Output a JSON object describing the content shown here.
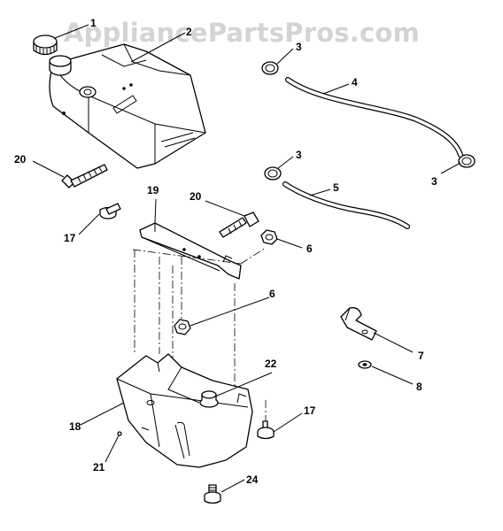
{
  "watermark": "AppliancePartsPros.com",
  "callouts": [
    {
      "key": "p1",
      "label": "1"
    },
    {
      "key": "p2",
      "label": "2"
    },
    {
      "key": "p3a",
      "label": "3"
    },
    {
      "key": "p4",
      "label": "4"
    },
    {
      "key": "p3b",
      "label": "3"
    },
    {
      "key": "p3c",
      "label": "3"
    },
    {
      "key": "p5",
      "label": "5"
    },
    {
      "key": "p20a",
      "label": "20"
    },
    {
      "key": "p19",
      "label": "19"
    },
    {
      "key": "p20b",
      "label": "20"
    },
    {
      "key": "p17a",
      "label": "17"
    },
    {
      "key": "p6a",
      "label": "6"
    },
    {
      "key": "p6b",
      "label": "6"
    },
    {
      "key": "p7",
      "label": "7"
    },
    {
      "key": "p8",
      "label": "8"
    },
    {
      "key": "p22",
      "label": "22"
    },
    {
      "key": "p17b",
      "label": "17"
    },
    {
      "key": "p18",
      "label": "18"
    },
    {
      "key": "p21",
      "label": "21"
    },
    {
      "key": "p24",
      "label": "24"
    }
  ]
}
